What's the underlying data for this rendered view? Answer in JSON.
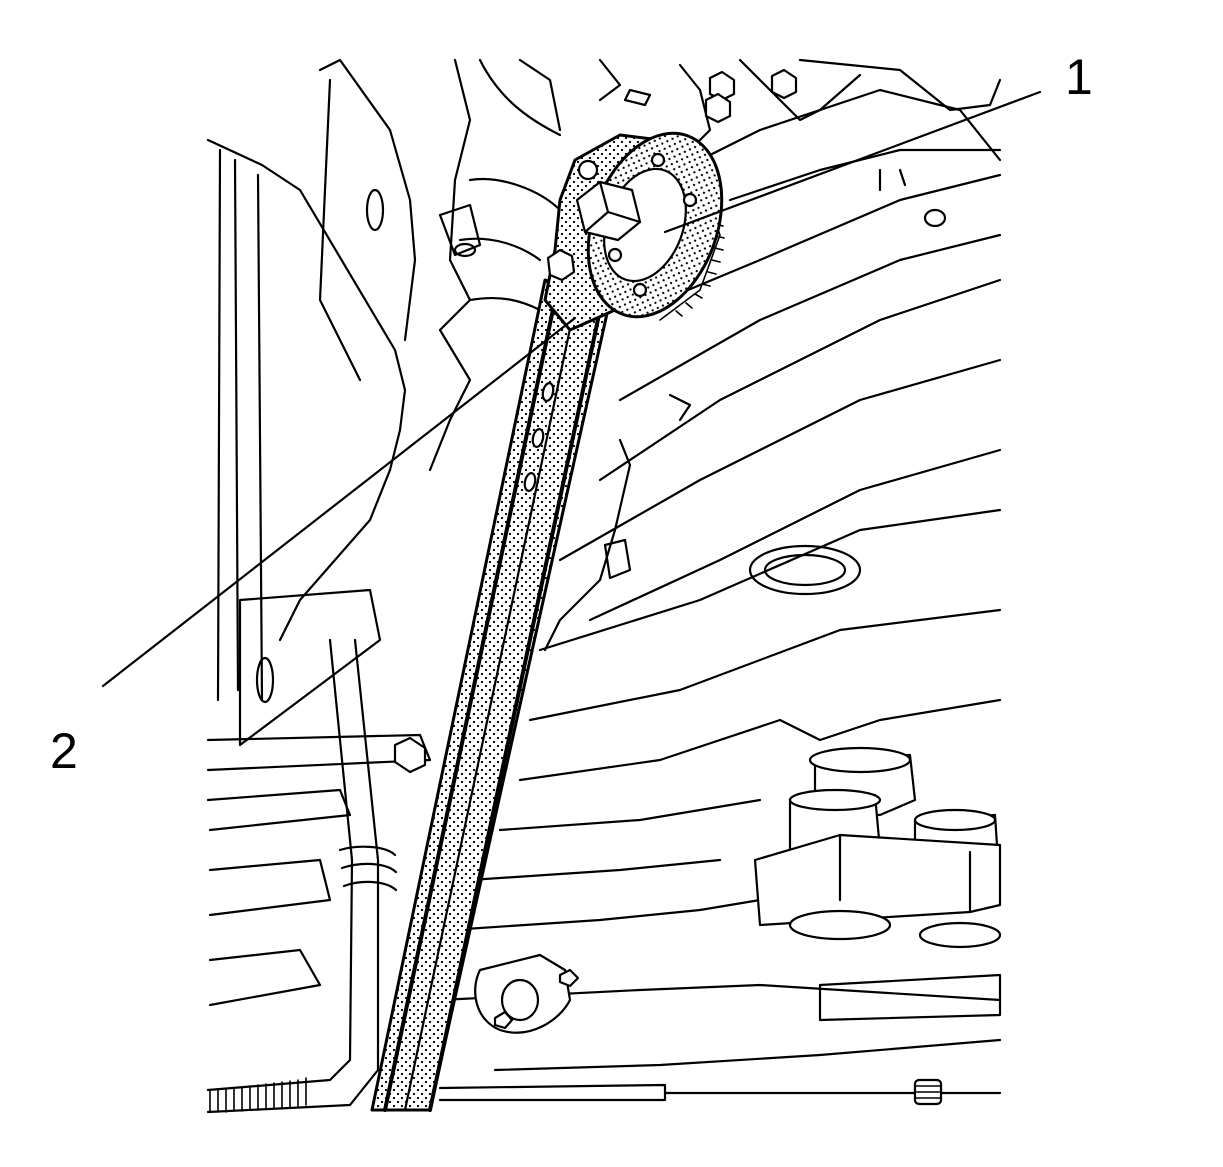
{
  "callouts": [
    {
      "id": "1",
      "label": "1"
    },
    {
      "id": "2",
      "label": "2"
    }
  ],
  "colors": {
    "line": "#000000",
    "background": "#ffffff",
    "stipple": "#000000"
  }
}
